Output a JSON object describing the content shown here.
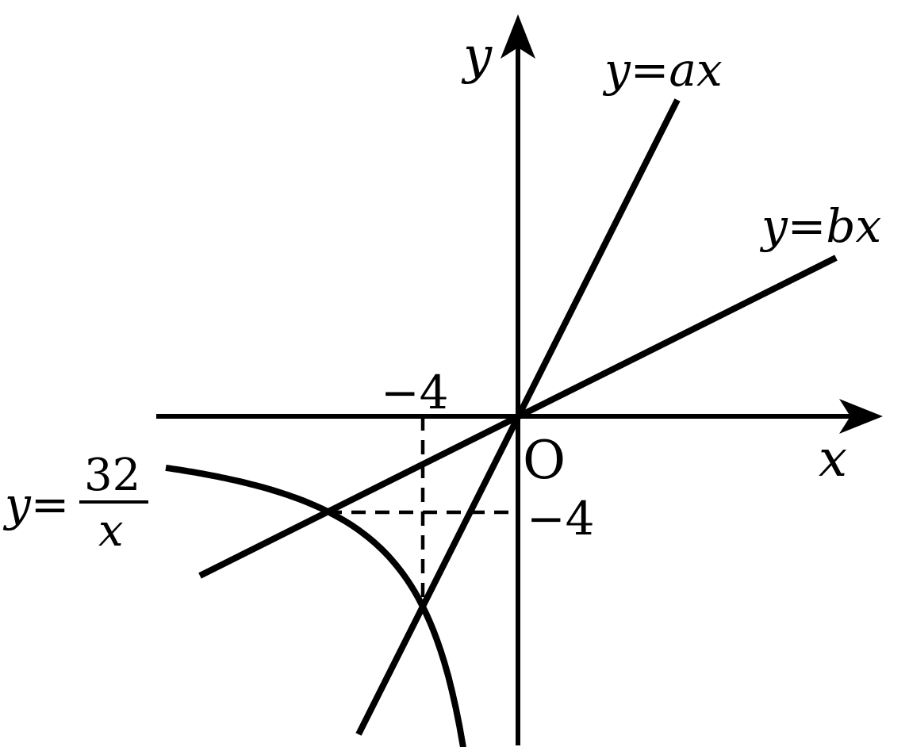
{
  "axes": {
    "x_label": "x",
    "y_label": "y",
    "origin_label": "O"
  },
  "curves": {
    "line_a": {
      "label": "y=ax",
      "equation": "y = a·x",
      "passes_through": [
        -4,
        -8
      ]
    },
    "line_b": {
      "label": "y=bx",
      "equation": "y = b·x",
      "passes_through": [
        -8,
        -4
      ]
    },
    "hyperbola": {
      "label_prefix": "y=",
      "label_numerator": "32",
      "label_denominator": "x",
      "equation": "y = 32/x"
    }
  },
  "ticks": {
    "x_tick_label": "−4",
    "y_tick_label": "−4"
  },
  "intersections": [
    {
      "x": -4,
      "y": -8,
      "with": "y=ax and y=32/x"
    },
    {
      "x": -8,
      "y": -4,
      "with": "y=bx and y=32/x"
    }
  ],
  "colors": {
    "ink": "#000000",
    "background": "#ffffff"
  }
}
